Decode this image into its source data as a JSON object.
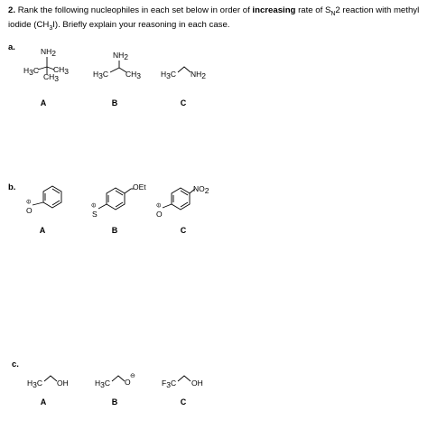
{
  "question": {
    "number": "2.",
    "text_1": "Rank the following nucleophiles in each set below in order of ",
    "emphasis": "increasing",
    "text_2": " rate of S",
    "text_sub": "N",
    "text_3": "2 reaction with methyl iodide (CH",
    "text_sub_2": "3",
    "text_4": "I). Briefly explain your reasoning in each case."
  },
  "parts": [
    {
      "label": "a.",
      "compounds": [
        {
          "label": "A",
          "atoms": {
            "top": "NH",
            "top_sub": "2",
            "left": "H",
            "left_sub": "3",
            "left_c": "C",
            "right": "CH",
            "right_sub": "3",
            "bottom": "CH",
            "bottom_sub": "3"
          }
        },
        {
          "label": "B",
          "atoms": {
            "top": "NH",
            "top_sub": "2",
            "left": "H",
            "left_sub": "3",
            "left_c": "C",
            "right": "CH",
            "right_sub": "3"
          }
        },
        {
          "label": "C",
          "atoms": {
            "left": "H",
            "left_sub": "3",
            "left_c": "C",
            "right": "NH",
            "right_sub": "2"
          }
        }
      ]
    },
    {
      "label": "b.",
      "compounds": [
        {
          "label": "A",
          "atoms": {
            "hetero": "O",
            "charge": "⊖"
          }
        },
        {
          "label": "B",
          "atoms": {
            "hetero": "S",
            "charge": "⊖",
            "substituent": "OEt"
          }
        },
        {
          "label": "C",
          "atoms": {
            "hetero": "O",
            "charge": "⊖",
            "substituent": "NO",
            "substituent_sub": "2"
          }
        }
      ]
    },
    {
      "label": "c.",
      "compounds": [
        {
          "label": "A",
          "atoms": {
            "left": "H",
            "left_sub": "3",
            "left_c": "C",
            "right": "OH"
          }
        },
        {
          "label": "B",
          "atoms": {
            "left": "H",
            "left_sub": "3",
            "left_c": "C",
            "right": "O",
            "charge": "⊖"
          }
        },
        {
          "label": "C",
          "atoms": {
            "left": "F",
            "left_sub": "3",
            "left_c": "C",
            "right": "OH"
          }
        }
      ]
    }
  ]
}
